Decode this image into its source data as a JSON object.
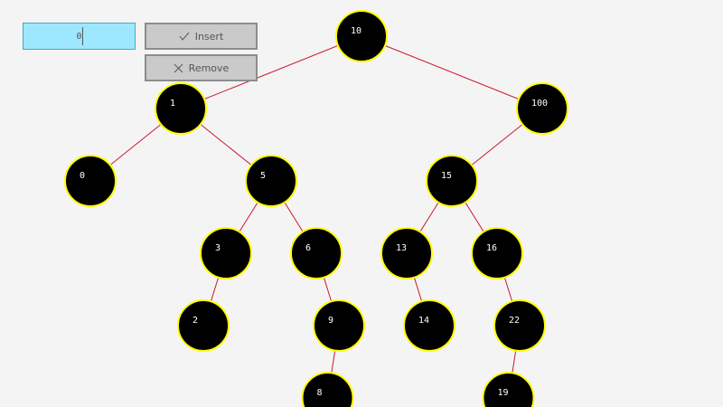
{
  "controls": {
    "input_value": "0",
    "insert_label": "Insert",
    "remove_label": "Remove",
    "insert_icon": "check-icon",
    "remove_icon": "x-icon"
  },
  "colors": {
    "background": "#f4f4f4",
    "input_fill": "#9de8fe",
    "button_fill": "#cacaca",
    "node_fill": "#000000",
    "node_border": "#ffff00",
    "node_text": "#ffffff",
    "edge": "#cc1a30"
  },
  "tree": {
    "value": "10",
    "left": {
      "value": "1",
      "left": {
        "value": "0"
      },
      "right": {
        "value": "5",
        "left": {
          "value": "3",
          "left": {
            "value": "2"
          }
        },
        "right": {
          "value": "6",
          "right": {
            "value": "9",
            "left": {
              "value": "8"
            }
          }
        }
      }
    },
    "right": {
      "value": "100",
      "left": {
        "value": "15",
        "left": {
          "value": "13",
          "right": {
            "value": "14"
          }
        },
        "right": {
          "value": "16",
          "right": {
            "value": "22",
            "left": {
              "value": "19"
            }
          }
        }
      }
    }
  }
}
